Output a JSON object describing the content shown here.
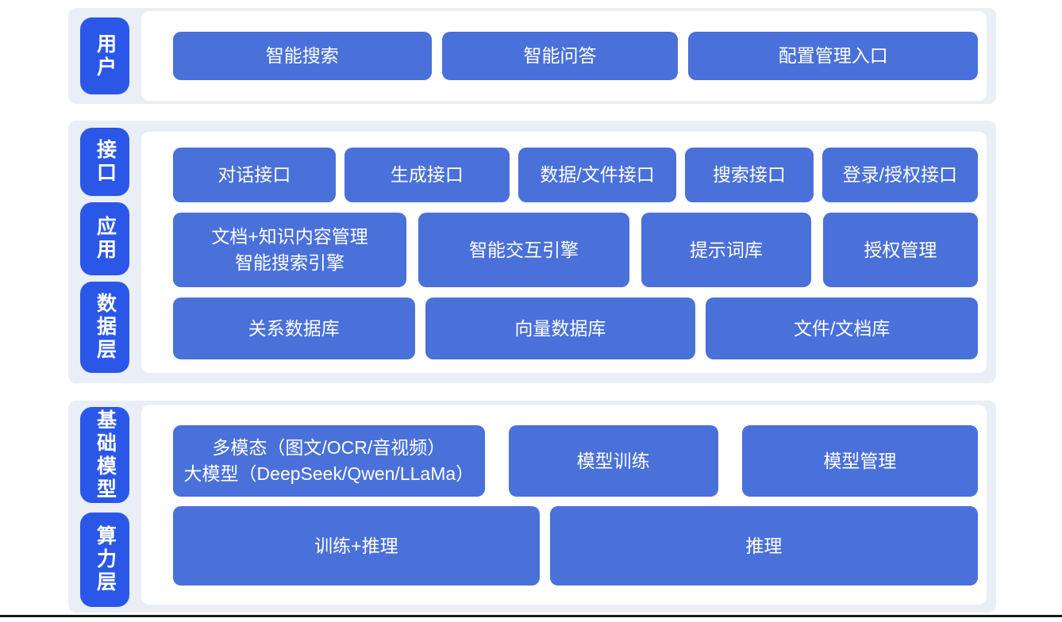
{
  "colors": {
    "section_bg": "#e9eef7",
    "panel_bg": "#ffffff",
    "pill_bg": "#2b57e8",
    "box_bg": "#4a70d9",
    "box_text": "#ffffff",
    "bottom_line": "#1a1a1a"
  },
  "sections": [
    {
      "name": "user-layer",
      "labels": [
        "用户"
      ],
      "rows": [
        {
          "boxes": [
            "智能搜索",
            "智能问答",
            "配置管理入口"
          ]
        }
      ]
    },
    {
      "name": "interface-app-data-layers",
      "labels": [
        "接口",
        "应用",
        "数据层"
      ],
      "rows": [
        {
          "boxes": [
            "对话接口",
            "生成接口",
            "数据/文件接口",
            "搜索接口",
            "登录/授权接口"
          ]
        },
        {
          "boxes": [
            "文档+知识内容管理\n智能搜索引擎",
            "智能交互引擎",
            "提示词库",
            "授权管理"
          ]
        },
        {
          "boxes": [
            "关系数据库",
            "向量数据库",
            "文件/文档库"
          ]
        }
      ]
    },
    {
      "name": "foundation-compute-layers",
      "labels": [
        "基础模型",
        "算力层"
      ],
      "rows": [
        {
          "boxes": [
            "多模态（图文/OCR/音视频）\n大模型（DeepSeek/Qwen/LLaMa）",
            "模型训练",
            "模型管理"
          ]
        },
        {
          "boxes": [
            "训练+推理",
            "推理"
          ]
        }
      ]
    }
  ]
}
